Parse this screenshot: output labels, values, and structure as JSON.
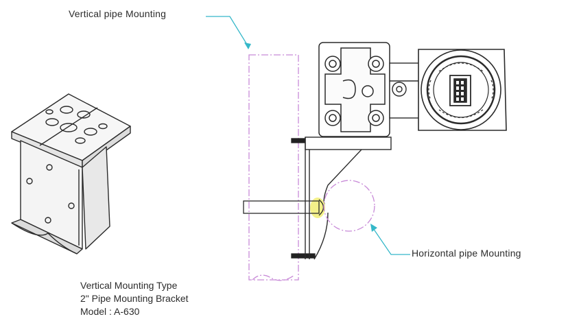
{
  "labels": {
    "vertical_pipe": "Vertical pipe Mounting",
    "horizontal_pipe": "Horizontal pipe Mounting"
  },
  "caption": {
    "line1": "Vertical Mounting Type",
    "line2": "2\" Pipe Mounting Bracket",
    "model_label": "Model : ",
    "model_value": "A-630"
  },
  "colors": {
    "line": "#2a2a2a",
    "leader": "#35b8c9",
    "pipe_outline": "#c88ad8",
    "highlight": "#f3f08a"
  },
  "icons": {
    "display_digits": "digital-display-icon"
  }
}
